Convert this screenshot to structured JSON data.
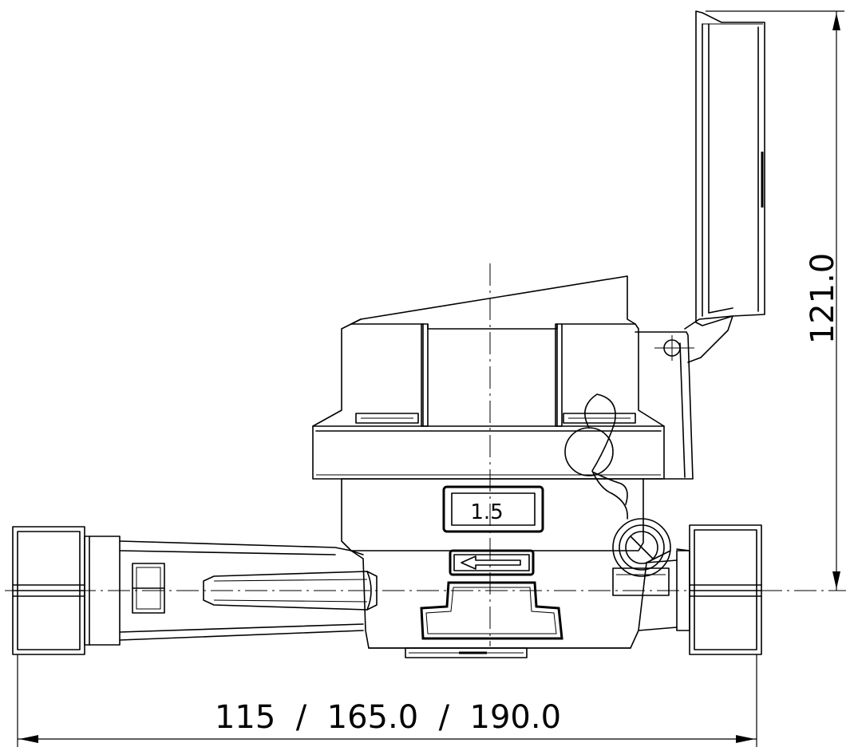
{
  "drawing": {
    "label_badge": "1.5",
    "dimension_width": "115  /  165.0  /  190.0",
    "dimension_height": "121.0",
    "colors": {
      "line": "#000000",
      "background": "#ffffff"
    }
  }
}
